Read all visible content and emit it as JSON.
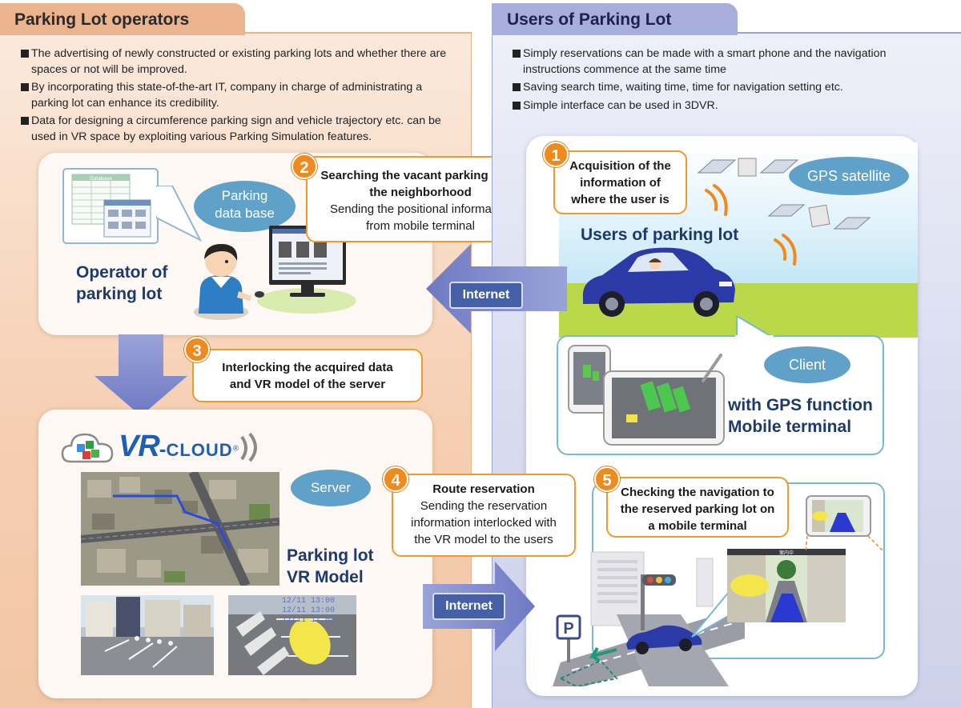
{
  "operators": {
    "tab_title": "Parking Lot operators",
    "bullets": [
      "The advertising of newly constructed or existing parking lots and whether there are spaces or not will be improved.",
      "By incorporating this state-of-the-art IT, company in charge of administrating a parking lot can enhance its credibility.",
      "Data for designing a circumference parking sign and vehicle trajectory etc. can be used in VR space by exploiting various Parking Simulation features."
    ],
    "database_bubble": "Parking data base",
    "database_label": "Database",
    "operator_label": "Operator of parking lot",
    "server_bubble": "Server",
    "model_label": "Parking lot VR Model",
    "brand": {
      "vr": "VR",
      "dash": "-",
      "cloud": "CLOUD",
      "reg": "®"
    },
    "sim_overlay": [
      "12/11 13:00",
      "12/11 13:00",
      "12/11 17:00"
    ]
  },
  "users": {
    "tab_title": "Users of Parking Lot",
    "bullets": [
      "Simply reservations can be made with a smart phone and the navigation instructions commence at the same time",
      "Saving search time, waiting time, time for navigation setting etc.",
      "Simple interface can be used in 3DVR."
    ],
    "gps_bubble": "GPS satellite",
    "users_label": "Users of parking lot",
    "client_bubble": "Client",
    "terminal_label": "with GPS function Mobile terminal",
    "parking_sign": "P",
    "nav_header": "案内中"
  },
  "steps": [
    {
      "number": "1",
      "heading": "Acquisition of the information of where the user is",
      "body": ""
    },
    {
      "number": "2",
      "heading": "Searching the vacant parking lot in the neighborhood",
      "body": "Sending the positional information from mobile terminal"
    },
    {
      "number": "3",
      "heading": "Interlocking the acquired data and VR model of the server",
      "body": ""
    },
    {
      "number": "4",
      "heading": "Route reservation",
      "body": "Sending the reservation information interlocked with the VR model to the users"
    },
    {
      "number": "5",
      "heading": "Checking the navigation to the reserved parking lot on a mobile terminal",
      "body": ""
    }
  ],
  "arrows": {
    "internet_top": "Internet",
    "internet_bottom": "Internet"
  },
  "colors": {
    "orange_accent": "#ef8a1e",
    "operator_bg": "#f6d0b4",
    "user_bg": "#d8dcef",
    "arrow_blue": "#4660a8",
    "bubble_blue": "#5fa1c9"
  }
}
